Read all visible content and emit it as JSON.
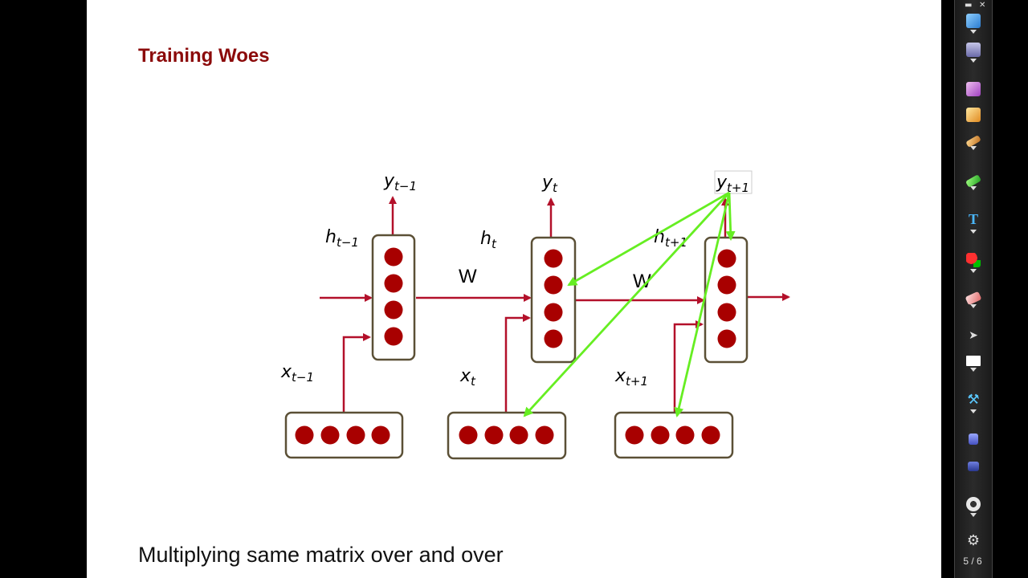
{
  "slide": {
    "title": "Training Woes",
    "caption": "Multiplying same matrix over and over"
  },
  "diagram": {
    "labels": {
      "y_prev": "y",
      "y_prev_sub": "t−1",
      "y_cur": "y",
      "y_cur_sub": "t",
      "y_next": "y",
      "y_next_sub": "t+1",
      "h_prev": "h",
      "h_prev_sub": "t−1",
      "h_cur": "h",
      "h_cur_sub": "t",
      "h_next": "h",
      "h_next_sub": "t+1",
      "x_prev": "x",
      "x_prev_sub": "t−1",
      "x_cur": "x",
      "x_cur_sub": "t",
      "x_next": "x",
      "x_next_sub": "t+1",
      "w1": "W",
      "w2": "W"
    },
    "colors": {
      "node": "#a80000",
      "arrow": "#b3102a",
      "box": "#5b5036",
      "annotation": "#66ee22"
    }
  },
  "toolbar": {
    "icons": [
      "slides-icon",
      "save-icon",
      "camera-icon",
      "folder-icon",
      "pencil-icon",
      "highlighter-icon",
      "text-tool-icon",
      "shapes-icon",
      "eraser-icon",
      "pointer-icon",
      "whiteboard-icon",
      "tools-icon",
      "clipboard-icon",
      "film-icon",
      "webcam-icon",
      "settings-icon"
    ],
    "pager": "5 / 6"
  }
}
